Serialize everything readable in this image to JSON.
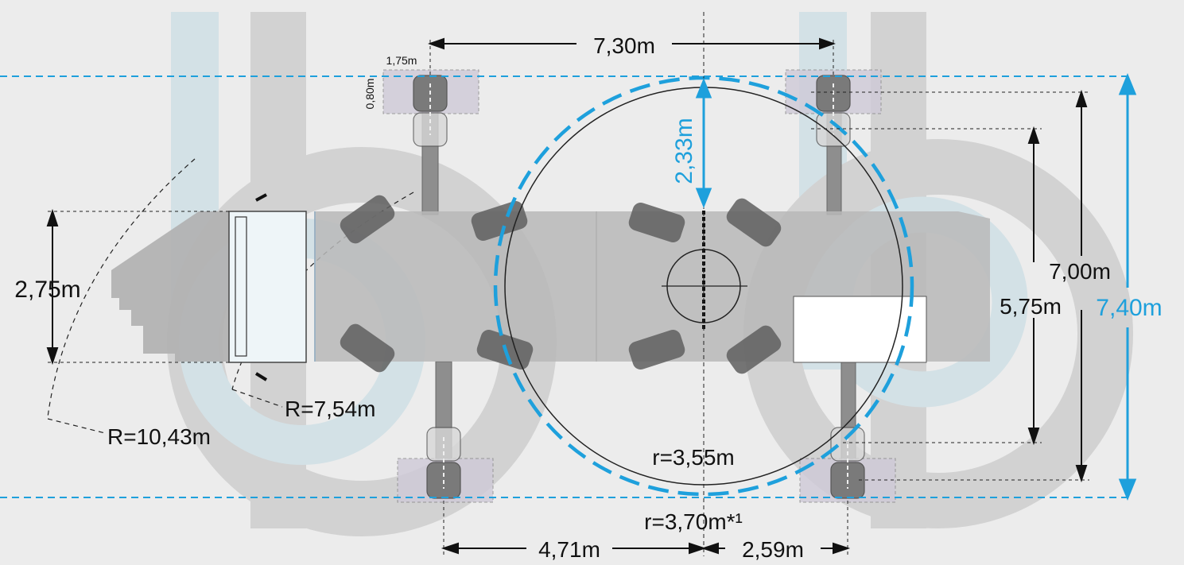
{
  "labels": {
    "top_span": "7,30m",
    "pad_width": "1,75m",
    "pad_depth": "0,80m",
    "front_clearance": "2,33m",
    "body_width": "2,75m",
    "turn_radius_inner": "R=7,54m",
    "turn_radius_outer": "R=10,43m",
    "slew_radius": "r=3,55m",
    "slew_radius_alt": "r=3,70m*¹",
    "height_outer": "7,00m",
    "height_inner": "5,75m",
    "height_total": "7,40m",
    "bottom_left_span": "4,71m",
    "bottom_right_span": "2,59m"
  },
  "colors": {
    "accent": "#1ea0dc",
    "background": "#ececec",
    "watermark_gray": "#d2d2d2",
    "watermark_blue": "#d3e1e6",
    "machine_body": "#b8b8b8",
    "pad_fill": "#cfcad8",
    "track": "#606060"
  }
}
